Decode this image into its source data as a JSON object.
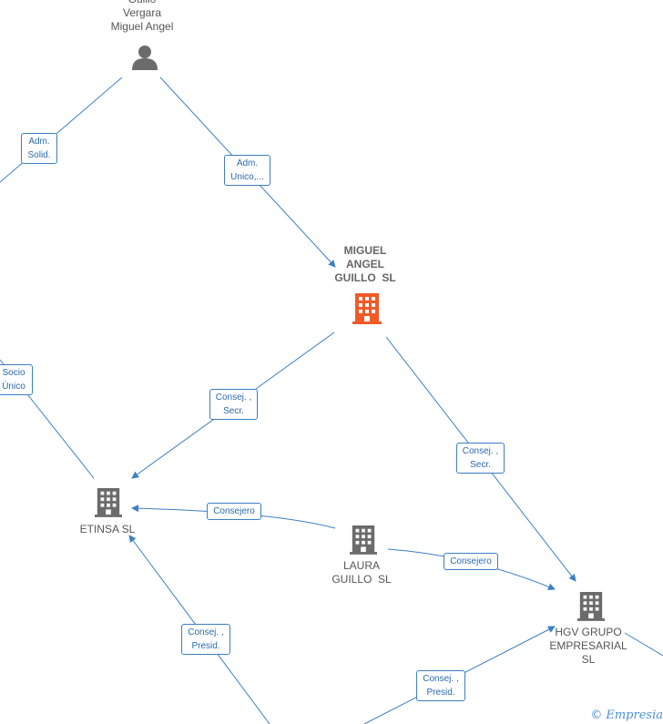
{
  "nodes": {
    "person": {
      "label": "Guillo\nVergara\nMiguel Angel",
      "type": "person"
    },
    "miguel_angel_guillo_sl": {
      "label": "MIGUEL\nANGEL\nGUILLO  SL",
      "type": "company-main"
    },
    "etinsa": {
      "label": "ETINSA SL",
      "type": "company"
    },
    "laura_guillo": {
      "label": "LAURA\nGUILLO  SL",
      "type": "company"
    },
    "hgv": {
      "label": "HGV GRUPO\nEMPRESARIAL\nSL",
      "type": "company"
    }
  },
  "edges": {
    "adm_solid": "Adm.\nSolid.",
    "adm_unico": "Adm.\nUnico,...",
    "socio_unico": "Socio\nÚnico",
    "consej_secr_1": "Consej. ,\nSecr.",
    "consej_secr_2": "Consej. ,\nSecr.",
    "consejero_1": "Consejero",
    "consejero_2": "Consejero",
    "consej_presid_1": "Consej. ,\nPresid.",
    "consej_presid_2": "Consej. ,\nPresid."
  },
  "colors": {
    "edge": "#3b7fc4",
    "company_icon": "#6b6b6b",
    "main_company_icon": "#f05a28",
    "person_icon": "#6b6b6b"
  },
  "branding": {
    "copyright_symbol": "©",
    "name": "Empresia"
  }
}
